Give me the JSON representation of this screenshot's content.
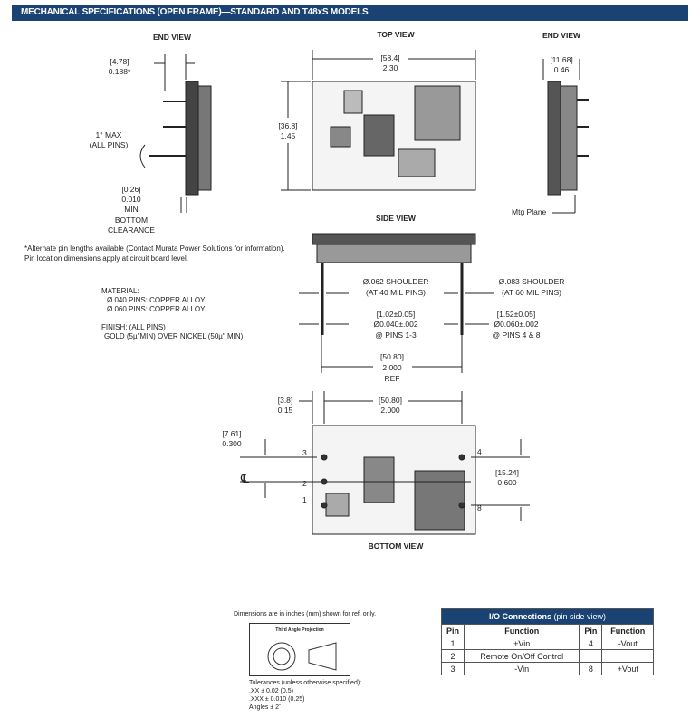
{
  "header": {
    "title": "MECHANICAL SPECIFICATIONS (OPEN FRAME)—STANDARD AND T48xS MODELS"
  },
  "views": {
    "end_view_left": "END VIEW",
    "top_view": "TOP VIEW",
    "end_view_right": "END VIEW",
    "side_view": "SIDE VIEW",
    "bottom_view": "BOTTOM VIEW"
  },
  "end_left": {
    "dim_mm": "[4.78]",
    "dim_in": "0.188*",
    "angle1": "1° MAX",
    "angle2": "(ALL PINS)",
    "clear_mm": "[0.26]",
    "clear_in": "0.010",
    "clear_min": "MIN",
    "clear_l1": "BOTTOM",
    "clear_l2": "CLEARANCE"
  },
  "top": {
    "w_mm": "[58.4]",
    "w_in": "2.30",
    "h_mm": "[36.8]",
    "h_in": "1.45"
  },
  "end_right": {
    "dim_mm": "[11.68]",
    "dim_in": "0.46",
    "mtg": "Mtg Plane"
  },
  "notes": {
    "line1": "*Alternate pin lengths available (Contact Murata Power Solutions for information).",
    "line2": "Pin location dimensions apply at circuit board level.",
    "material": "MATERIAL:",
    "mat1": "Ø.040 PINS: COPPER ALLOY",
    "mat2": "Ø.060 PINS: COPPER ALLOY",
    "finish": "FINISH: (ALL PINS)",
    "finish1": "GOLD (5µ\"MIN) OVER NICKEL (50µ\" MIN)"
  },
  "side": {
    "sh1": "Ø.062 SHOULDER",
    "sh1b": "(AT 40 MIL PINS)",
    "sh2": "Ø.083 SHOULDER",
    "sh2b": "(AT 60 MIL PINS)",
    "p1_mm": "[1.02±0.05]",
    "p1_in": "Ø0.040±.002",
    "p1_at": "@ PINS 1-3",
    "p2_mm": "[1.52±0.05]",
    "p2_in": "Ø0.060±.002",
    "p2_at": "@ PINS 4 & 8",
    "ref_mm": "[50.80]",
    "ref_in": "2.000",
    "ref": "REF"
  },
  "bottom": {
    "a_mm": "[3.8]",
    "a_in": "0.15",
    "b_mm": "[50.80]",
    "b_in": "2.000",
    "c_mm": "[7.61]",
    "c_in": "0.300",
    "d_mm": "[15.24]",
    "d_in": "0.600",
    "cl": "℄",
    "pins": {
      "p1": "1",
      "p2": "2",
      "p3": "3",
      "p4": "4",
      "p8": "8"
    }
  },
  "footer": {
    "dims_note": "Dimensions are in inches (mm) shown for ref. only.",
    "projection": "Third Angle Projection",
    "tol_title": "Tolerances (unless otherwise specified):",
    "tol1": ".XX ± 0.02 (0.5)",
    "tol2": ".XXX ± 0.010 (0.25)",
    "tol3": "Angles ± 2˚"
  },
  "io_table": {
    "title": "I/O Connections",
    "subtitle": " (pin side view)",
    "headers": [
      "Pin",
      "Function",
      "Pin",
      "Function"
    ],
    "rows": [
      [
        "1",
        "+Vin",
        "4",
        "-Vout"
      ],
      [
        "2",
        "Remote On/Off Control",
        "",
        ""
      ],
      [
        "3",
        "-Vin",
        "8",
        "+Vout"
      ]
    ]
  },
  "colors": {
    "header": "#1a4373"
  }
}
